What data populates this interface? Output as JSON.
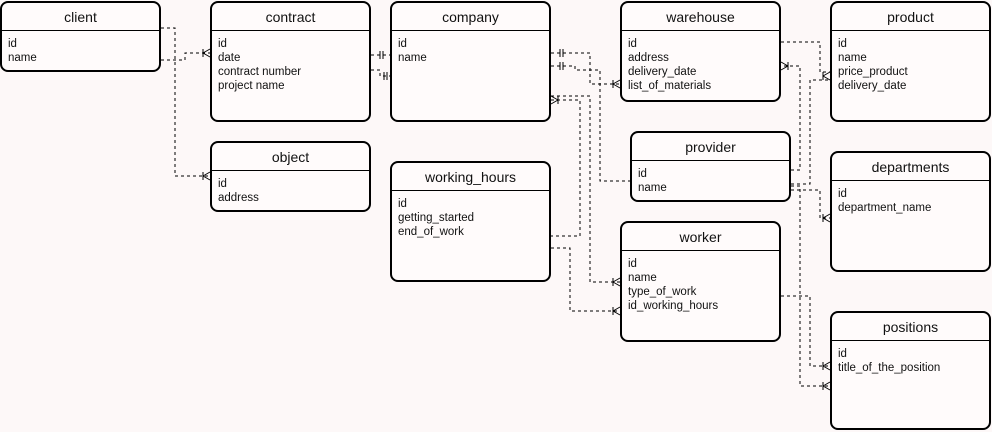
{
  "entities": {
    "client": {
      "title": "client",
      "fields": [
        "id",
        "name"
      ]
    },
    "contract": {
      "title": "contract",
      "fields": [
        "id",
        "date",
        "contract number",
        "project name"
      ]
    },
    "company": {
      "title": "company",
      "fields": [
        "id",
        "name"
      ]
    },
    "warehouse": {
      "title": "warehouse",
      "fields": [
        "id",
        "address",
        "delivery_date",
        "list_of_materials"
      ]
    },
    "product": {
      "title": "product",
      "fields": [
        "id",
        "name",
        "price_product",
        "delivery_date"
      ]
    },
    "object": {
      "title": "object",
      "fields": [
        "id",
        "address"
      ]
    },
    "working_hours": {
      "title": "working_hours",
      "fields": [
        "id",
        "getting_started",
        "end_of_work"
      ]
    },
    "provider": {
      "title": "provider",
      "fields": [
        "id",
        "name"
      ]
    },
    "departments": {
      "title": "departments",
      "fields": [
        "id",
        "department_name"
      ]
    },
    "worker": {
      "title": "worker",
      "fields": [
        "id",
        "name",
        "type_of_work",
        "id_working_hours"
      ]
    },
    "positions": {
      "title": "positions",
      "fields": [
        "id",
        "title_of_the_position"
      ]
    }
  }
}
